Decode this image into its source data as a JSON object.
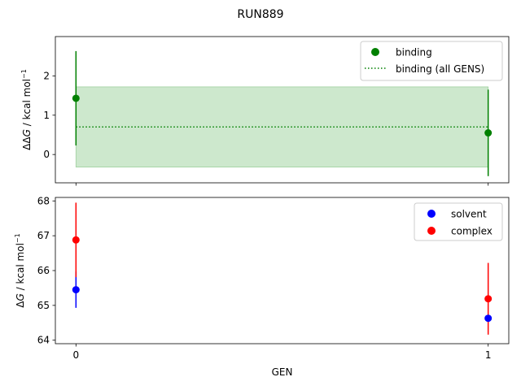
{
  "chart_data": [
    {
      "type": "scatter",
      "suptitle": "RUN889",
      "ylabel_prefix": "ΔΔ",
      "ylabel_var": "G",
      "ylabel_unit": " / kcal mol",
      "ylabel_exp": "−1",
      "xlim": [
        -0.05,
        1.05
      ],
      "ylim": [
        -0.72,
        3.0
      ],
      "yticks": [
        "0",
        "1",
        "2"
      ],
      "legend_position": "top-right",
      "series": [
        {
          "name": "binding",
          "kind": "points_with_error",
          "color": "#008000",
          "x": [
            0,
            1
          ],
          "y": [
            1.43,
            0.55
          ],
          "err": [
            1.2,
            1.1
          ]
        },
        {
          "name": "binding (all GENS)",
          "kind": "dotted_mean_with_band",
          "color": "#008000",
          "band_color": "#cde8cd",
          "x_range": [
            0,
            1
          ],
          "mean": 0.7,
          "band": [
            -0.32,
            1.72
          ]
        }
      ]
    },
    {
      "type": "scatter",
      "ylabel_prefix": "Δ",
      "ylabel_var": "G",
      "ylabel_unit": " / kcal mol",
      "ylabel_exp": "−1",
      "xlabel": "GEN",
      "xlim": [
        -0.05,
        1.05
      ],
      "ylim": [
        63.9,
        68.1
      ],
      "xticks": [
        "0",
        "1"
      ],
      "yticks": [
        "64",
        "65",
        "66",
        "67",
        "68"
      ],
      "legend_position": "top-right",
      "series": [
        {
          "name": "solvent",
          "color": "#0000ff",
          "x": [
            0,
            1
          ],
          "y": [
            65.45,
            64.63
          ],
          "err": [
            0.52,
            0.05
          ]
        },
        {
          "name": "complex",
          "color": "#ff0000",
          "x": [
            0,
            1
          ],
          "y": [
            66.88,
            65.19
          ],
          "err": [
            1.07,
            1.03
          ]
        }
      ]
    }
  ]
}
